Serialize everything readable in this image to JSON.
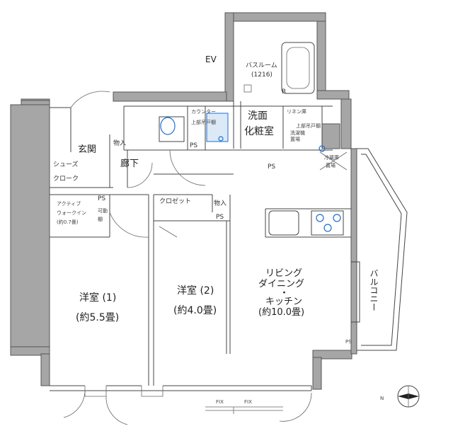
{
  "rooms": {
    "ev": "EV",
    "bathroom": "バスルーム",
    "bathroom_size": "(1216)",
    "counter": "カウンター",
    "upper_shelf": "上部吊戸棚",
    "washroom_line1": "洗面",
    "washroom_line2": "化粧室",
    "linen": "リネン庫",
    "upper_shelf2": "上部吊戸棚",
    "laundry_1": "洗濯機",
    "laundry_2": "置場",
    "storage_small": "物入",
    "entrance": "玄関",
    "hallway": "廊下",
    "shoe_1": "シューズ",
    "shoe_2": "クローク",
    "fridge_1": "冷蔵庫",
    "fridge_2": "置場",
    "closet": "クロゼット",
    "storage2": "物入",
    "active_1": "アクティブ",
    "active_2": "ウォークイン",
    "active_3": "(約0.7畳)",
    "movable_1": "可動",
    "movable_2": "棚",
    "room1": "洋室 (1)",
    "room1_size": "(約5.5畳)",
    "room2": "洋室 (2)",
    "room2_size": "(約4.0畳)",
    "ldk_1": "リビング",
    "ldk_2": "ダイニング",
    "ldk_3": "・",
    "ldk_4": "キッチン",
    "ldk_size": "(約10.0畳)",
    "balcony": "バルコニー"
  },
  "marks": {
    "ps": "PS",
    "r": "R",
    "fix": "FIX",
    "north": "N"
  }
}
